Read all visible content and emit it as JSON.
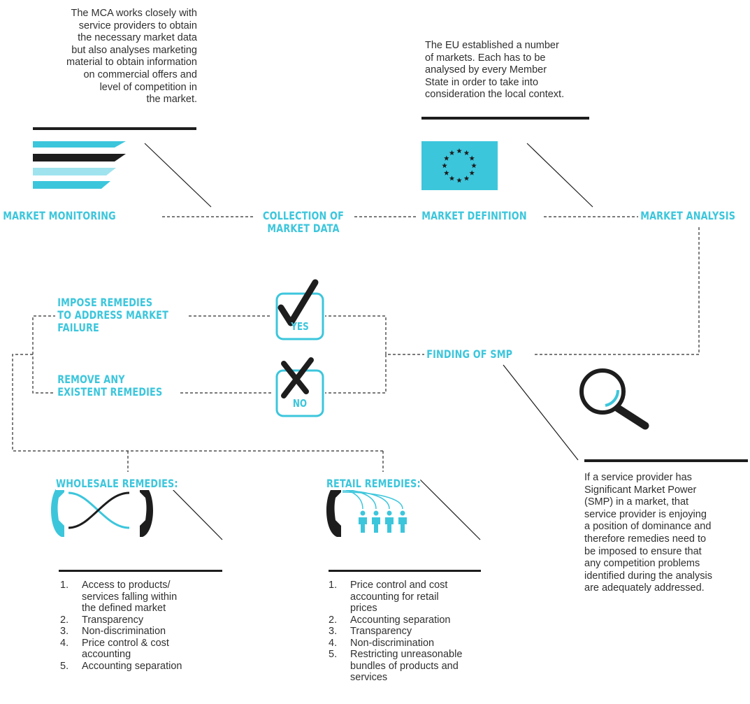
{
  "intro": {
    "monitoring_text": [
      "The MCA works closely with",
      "service providers to obtain",
      "the necessary market data",
      "but also analyses marketing",
      "material to obtain information",
      "on commercial offers and",
      "level of competition in",
      "the market."
    ],
    "eu_text": [
      "The EU established a number",
      "of markets. Each has to be",
      "analysed by every Member",
      "State in order to take into",
      "consideration the local context."
    ]
  },
  "nodes": {
    "market_monitoring": "MARKET MONITORING",
    "collection_line1": "COLLECTION OF",
    "collection_line2": "MARKET DATA",
    "market_definition": "MARKET DEFINITION",
    "market_analysis": "MARKET ANALYSIS",
    "finding_smp": "FINDING OF SMP",
    "impose_line1": "IMPOSE REMEDIES",
    "impose_line2": "TO ADDRESS MARKET",
    "impose_line3": "FAILURE",
    "remove_line1": "REMOVE ANY",
    "remove_line2": "EXISTENT REMEDIES",
    "wholesale_title": "WHOLESALE REMEDIES:",
    "retail_title": "RETAIL REMEDIES:"
  },
  "badges": {
    "yes": "YES",
    "no": "NO"
  },
  "smp_text": [
    "If a service provider has",
    "Significant Market Power",
    "(SMP) in a market, that",
    "service provider is enjoying",
    "a position of dominance and",
    "therefore remedies need to",
    "be imposed to ensure that",
    "any competition problems",
    "identified during the analysis",
    "are adequately addressed."
  ],
  "wholesale_list": [
    {
      "num": "1.",
      "lines": [
        "Access to products/",
        "services falling within",
        "the defined market"
      ]
    },
    {
      "num": "2.",
      "lines": [
        "Transparency"
      ]
    },
    {
      "num": "3.",
      "lines": [
        "Non-discrimination"
      ]
    },
    {
      "num": "4.",
      "lines": [
        "Price control & cost",
        "accounting"
      ]
    },
    {
      "num": "5.",
      "lines": [
        "Accounting separation"
      ]
    }
  ],
  "retail_list": [
    {
      "num": "1.",
      "lines": [
        "Price control and cost",
        "accounting for retail",
        "prices"
      ]
    },
    {
      "num": "2.",
      "lines": [
        "Accounting separation"
      ]
    },
    {
      "num": "3.",
      "lines": [
        "Transparency"
      ]
    },
    {
      "num": "4.",
      "lines": [
        "Non-discrimination"
      ]
    },
    {
      "num": "5.",
      "lines": [
        "Restricting unreasonable",
        "bundles of products and",
        "services"
      ]
    }
  ],
  "colors": {
    "accent": "#3cc6dc",
    "accent_light": "#9fe3ee",
    "dark": "#1d1d1d",
    "flag_blue": "#3cc6dc",
    "star": "#1d1d1d"
  },
  "icons": [
    "document-bars-icon",
    "eu-flag-icon",
    "checkmark-icon",
    "cross-icon",
    "magnifier-icon",
    "wholesale-phones-icon",
    "retail-phone-people-icon"
  ]
}
